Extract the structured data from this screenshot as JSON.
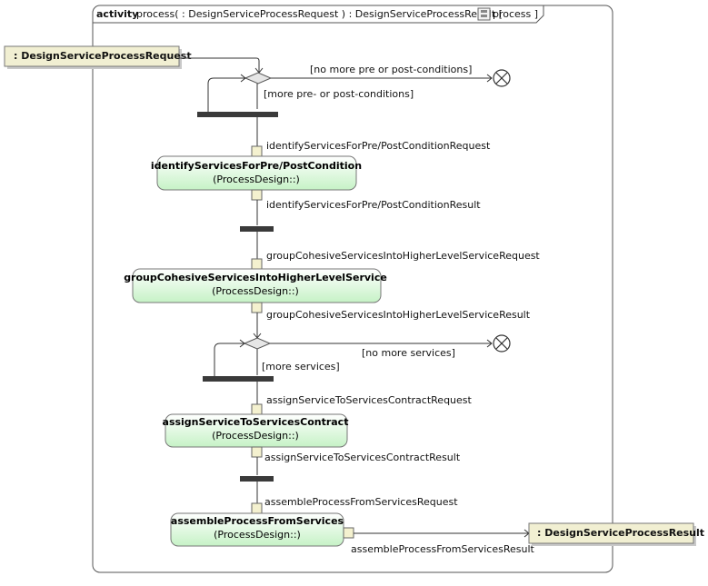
{
  "frame": {
    "keyword": "activity",
    "signature": "process(  : DesignServiceProcessRequest ) : DesignServiceProcessResult [",
    "name_suffix": "process ]"
  },
  "input_node": {
    "label": ": DesignServiceProcessRequest"
  },
  "output_node": {
    "label": ": DesignServiceProcessResult"
  },
  "guards": {
    "no_more_conditions": "[no more pre or post-conditions]",
    "more_conditions": "[more pre- or post-conditions]",
    "no_more_services": "[no more services]",
    "more_services": "[more services]"
  },
  "actions": [
    {
      "name": "identifyServicesForPre/PostCondition",
      "owner": "(ProcessDesign::)",
      "input_pin": "identifyServicesForPre/PostConditionRequest",
      "output_pin": "identifyServicesForPre/PostConditionResult"
    },
    {
      "name": "groupCohesiveServicesIntoHigherLevelService",
      "owner": "(ProcessDesign::)",
      "input_pin": "groupCohesiveServicesIntoHigherLevelServiceRequest",
      "output_pin": "groupCohesiveServicesIntoHigherLevelServiceResult"
    },
    {
      "name": "assignServiceToServicesContract",
      "owner": "(ProcessDesign::)",
      "input_pin": "assignServiceToServicesContractRequest",
      "output_pin": "assignServiceToServicesContractResult"
    },
    {
      "name": "assembleProcessFromServices",
      "owner": "(ProcessDesign::)",
      "input_pin": "assembleProcessFromServicesRequest",
      "output_pin": "assembleProcessFromServicesResult"
    }
  ],
  "colors": {
    "action_fill_top": "#ffffff",
    "action_fill_bottom": "#c6f2c6",
    "object_fill": "#f1efd2",
    "pin_fill": "#f4f1cf",
    "bar": "#3a3a3a"
  }
}
